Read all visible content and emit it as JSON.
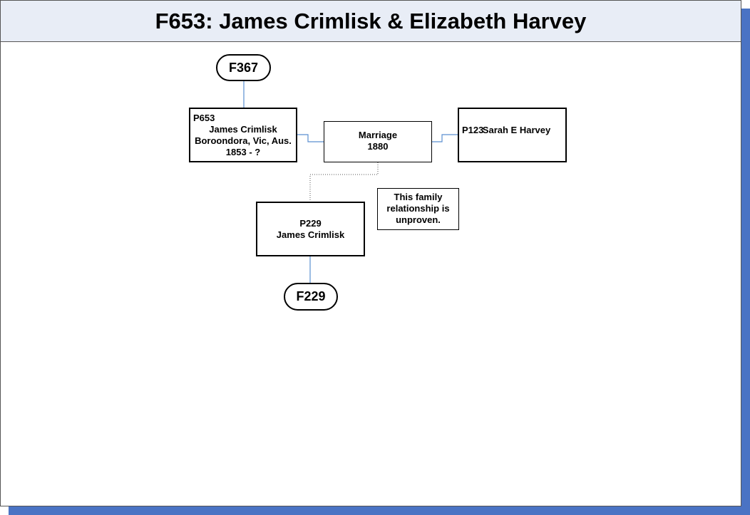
{
  "title": "F653: James Crimlisk & Elizabeth Harvey",
  "parent_family": {
    "id": "F367"
  },
  "husband": {
    "id": "P653",
    "name": "James Crimlisk",
    "place": "Boroondora, Vic, Aus.",
    "dates": "1853 - ?"
  },
  "marriage": {
    "label": "Marriage",
    "year": "1880"
  },
  "wife": {
    "id": "P123",
    "name": "Sarah E Harvey"
  },
  "child": {
    "id": "P229",
    "name": "James Crimlisk"
  },
  "child_family": {
    "id": "F229"
  },
  "note": {
    "line1": "This family",
    "line2": "relationship is",
    "line3": "unproven."
  },
  "colors": {
    "connector": "#5b8fd0",
    "shadow": "#4a73c4",
    "title_bg": "#e8edf6"
  }
}
